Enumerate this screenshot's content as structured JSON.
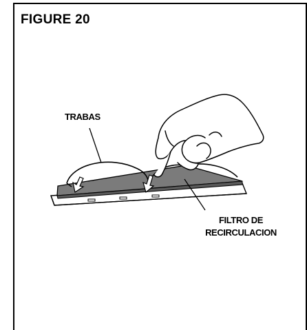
{
  "figure": {
    "title": "FIGURE 20",
    "labels": {
      "clips": "TRABAS",
      "filter_line1": "FILTRO DE",
      "filter_line2": "RECIRCULACION"
    }
  },
  "colors": {
    "ink": "#000000",
    "filter_fill": "#7b7b7b",
    "filter_dark": "#5a5a5a",
    "frame_fill": "#ffffff"
  }
}
